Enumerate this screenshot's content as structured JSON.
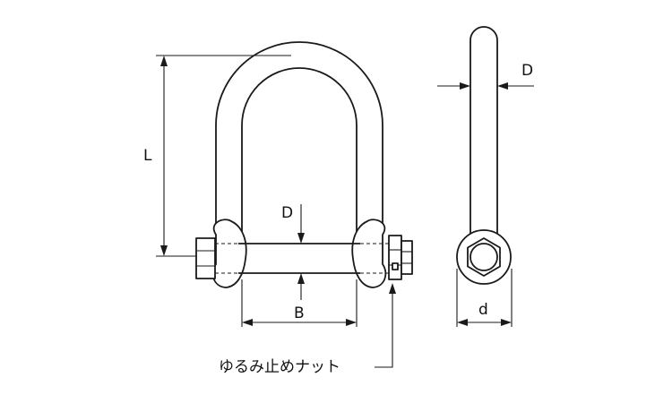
{
  "labels": {
    "length": "L",
    "diameter_front": "D",
    "width": "B",
    "diameter_side": "D",
    "pin_diameter": "d",
    "nut_callout": "ゆるみ止めナット"
  },
  "colors": {
    "line": "#1a1a1a",
    "background": "#ffffff"
  }
}
